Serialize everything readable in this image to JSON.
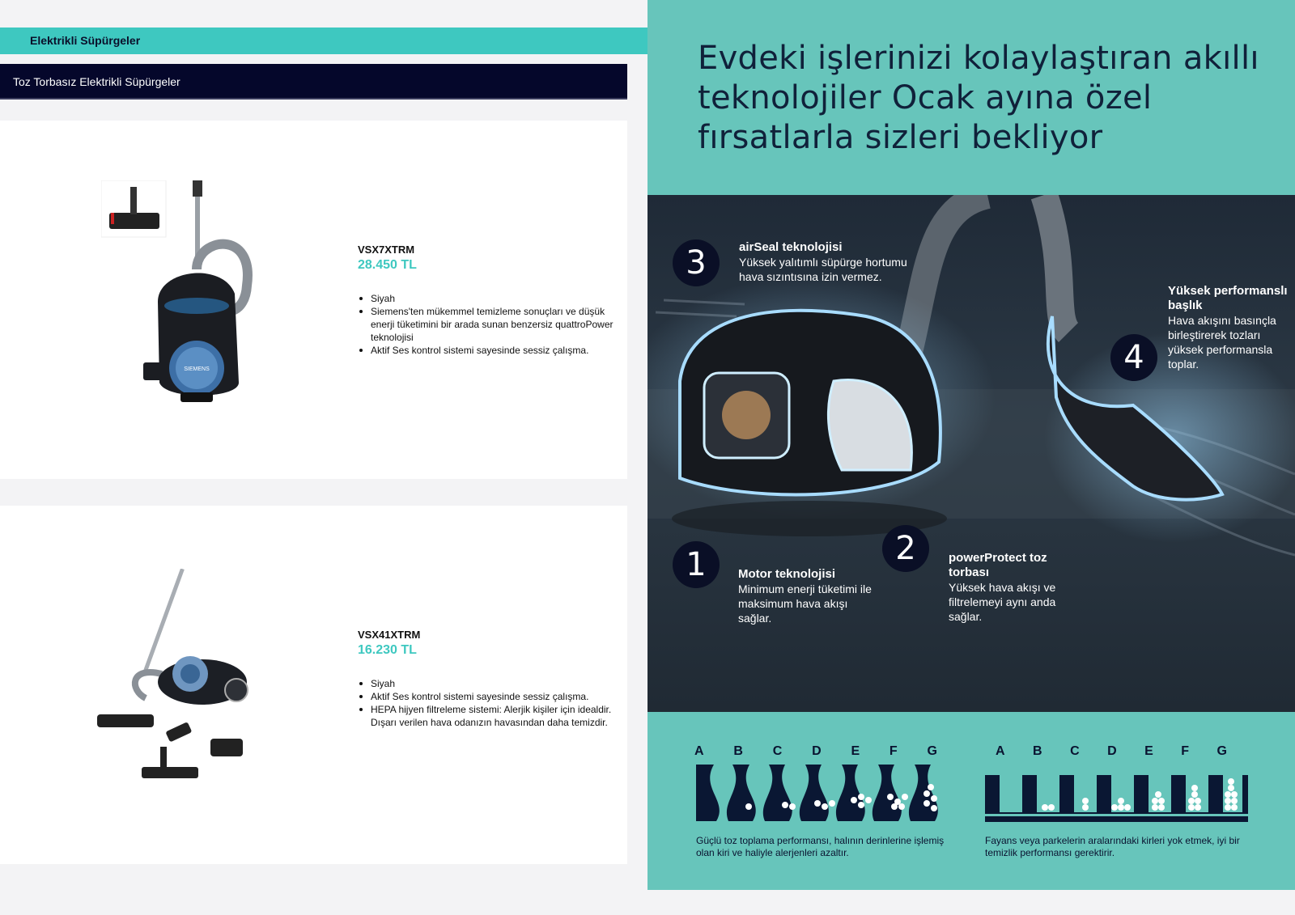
{
  "category_bar": {
    "label": "Elektrikli Süpürgeler"
  },
  "subcategory_bar": {
    "label": "Toz Torbasız Elektrikli Süpürgeler"
  },
  "products": [
    {
      "model": "VSX7XTRM",
      "price": "28.450 TL",
      "features": [
        "Siyah",
        "Siemens'ten mükemmel temizleme sonuçları ve düşük enerji tüketimini bir arada sunan benzersiz quattroPower teknolojisi",
        "Aktif Ses kontrol sistemi sayesinde sessiz çalışma."
      ],
      "image_brand": "SIEMENS"
    },
    {
      "model": "VSX41XTRM",
      "price": "16.230 TL",
      "features": [
        "Siyah",
        "Aktif Ses kontrol sistemi sayesinde sessiz çalışma.",
        "HEPA hijyen filtreleme sistemi: Alerjik kişiler için idealdir. Dışarı verilen hava odanızın havasından daha temizdir."
      ]
    }
  ],
  "right_page": {
    "headline": "Evdeki işlerinizi kolaylaştıran akıllı teknolojiler Ocak ayına özel fırsatlarla sizleri bekliyor",
    "callouts": [
      {
        "number": "3",
        "title": "airSeal teknolojisi",
        "text": "Yüksek yalıtımlı süpürge hortumu hava sızıntısına izin vermez."
      },
      {
        "number": "4",
        "title": "Yüksek performanslı başlık",
        "text": "Hava akışını basınçla birleştirerek tozları yüksek performansla toplar."
      },
      {
        "number": "1",
        "title": "Motor teknolojisi",
        "text": "Minimum enerji tüketimi ile maksimum hava akışı sağlar."
      },
      {
        "number": "2",
        "title": "powerProtect toz torbası",
        "text": "Yüksek hava akışı ve filtrelemeyi aynı anda sağlar."
      }
    ],
    "grade_letters": [
      "A",
      "B",
      "C",
      "D",
      "E",
      "F",
      "G"
    ],
    "carpet_caption": "Güçlü toz toplama performansı, halının derinlerine işlemiş olan kiri ve haliyle alerjenleri azaltır.",
    "floor_caption": "Fayans veya parkelerin aralarındaki kirleri yok etmek, iyi bir temizlik performansı gerektirir."
  },
  "colors": {
    "accent": "#3ec8c0",
    "navy": "#05072b",
    "teal_panel": "#67c5bb",
    "dark_panel": "#25313d"
  }
}
